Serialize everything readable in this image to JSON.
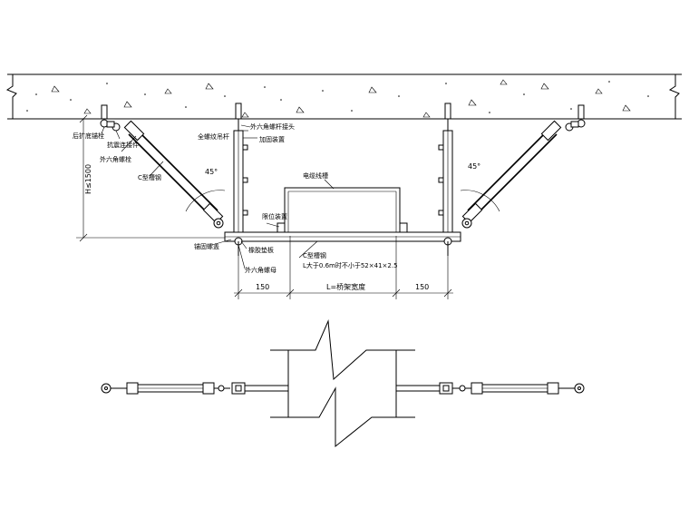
{
  "labels": {
    "bolt_anchor": "后扩底锚栓",
    "connector": "抗震连接件",
    "hex_bolt_left": "外六角螺栓",
    "c_channel_left": "C型槽钢",
    "threaded_rod_fitting": "全螺纹吊杆",
    "hex_rod_joint": "外六角螺杆接头",
    "reinforce": "加固装置",
    "cable_tray": "电缆线槽",
    "limit_device": "限位装置",
    "anchor_nut": "锚固螺盖",
    "rubber_washer": "橡胶垫板",
    "hex_nut": "外六角螺母",
    "c_channel_note1": "C型槽钢",
    "c_channel_note2": "L大于0.6m时不小于52×41×2.5",
    "angle_left": "45°",
    "angle_right": "45°",
    "height": "H≤1500",
    "dim_left": "150",
    "dim_mid": "L=桥架宽度",
    "dim_right": "150"
  }
}
